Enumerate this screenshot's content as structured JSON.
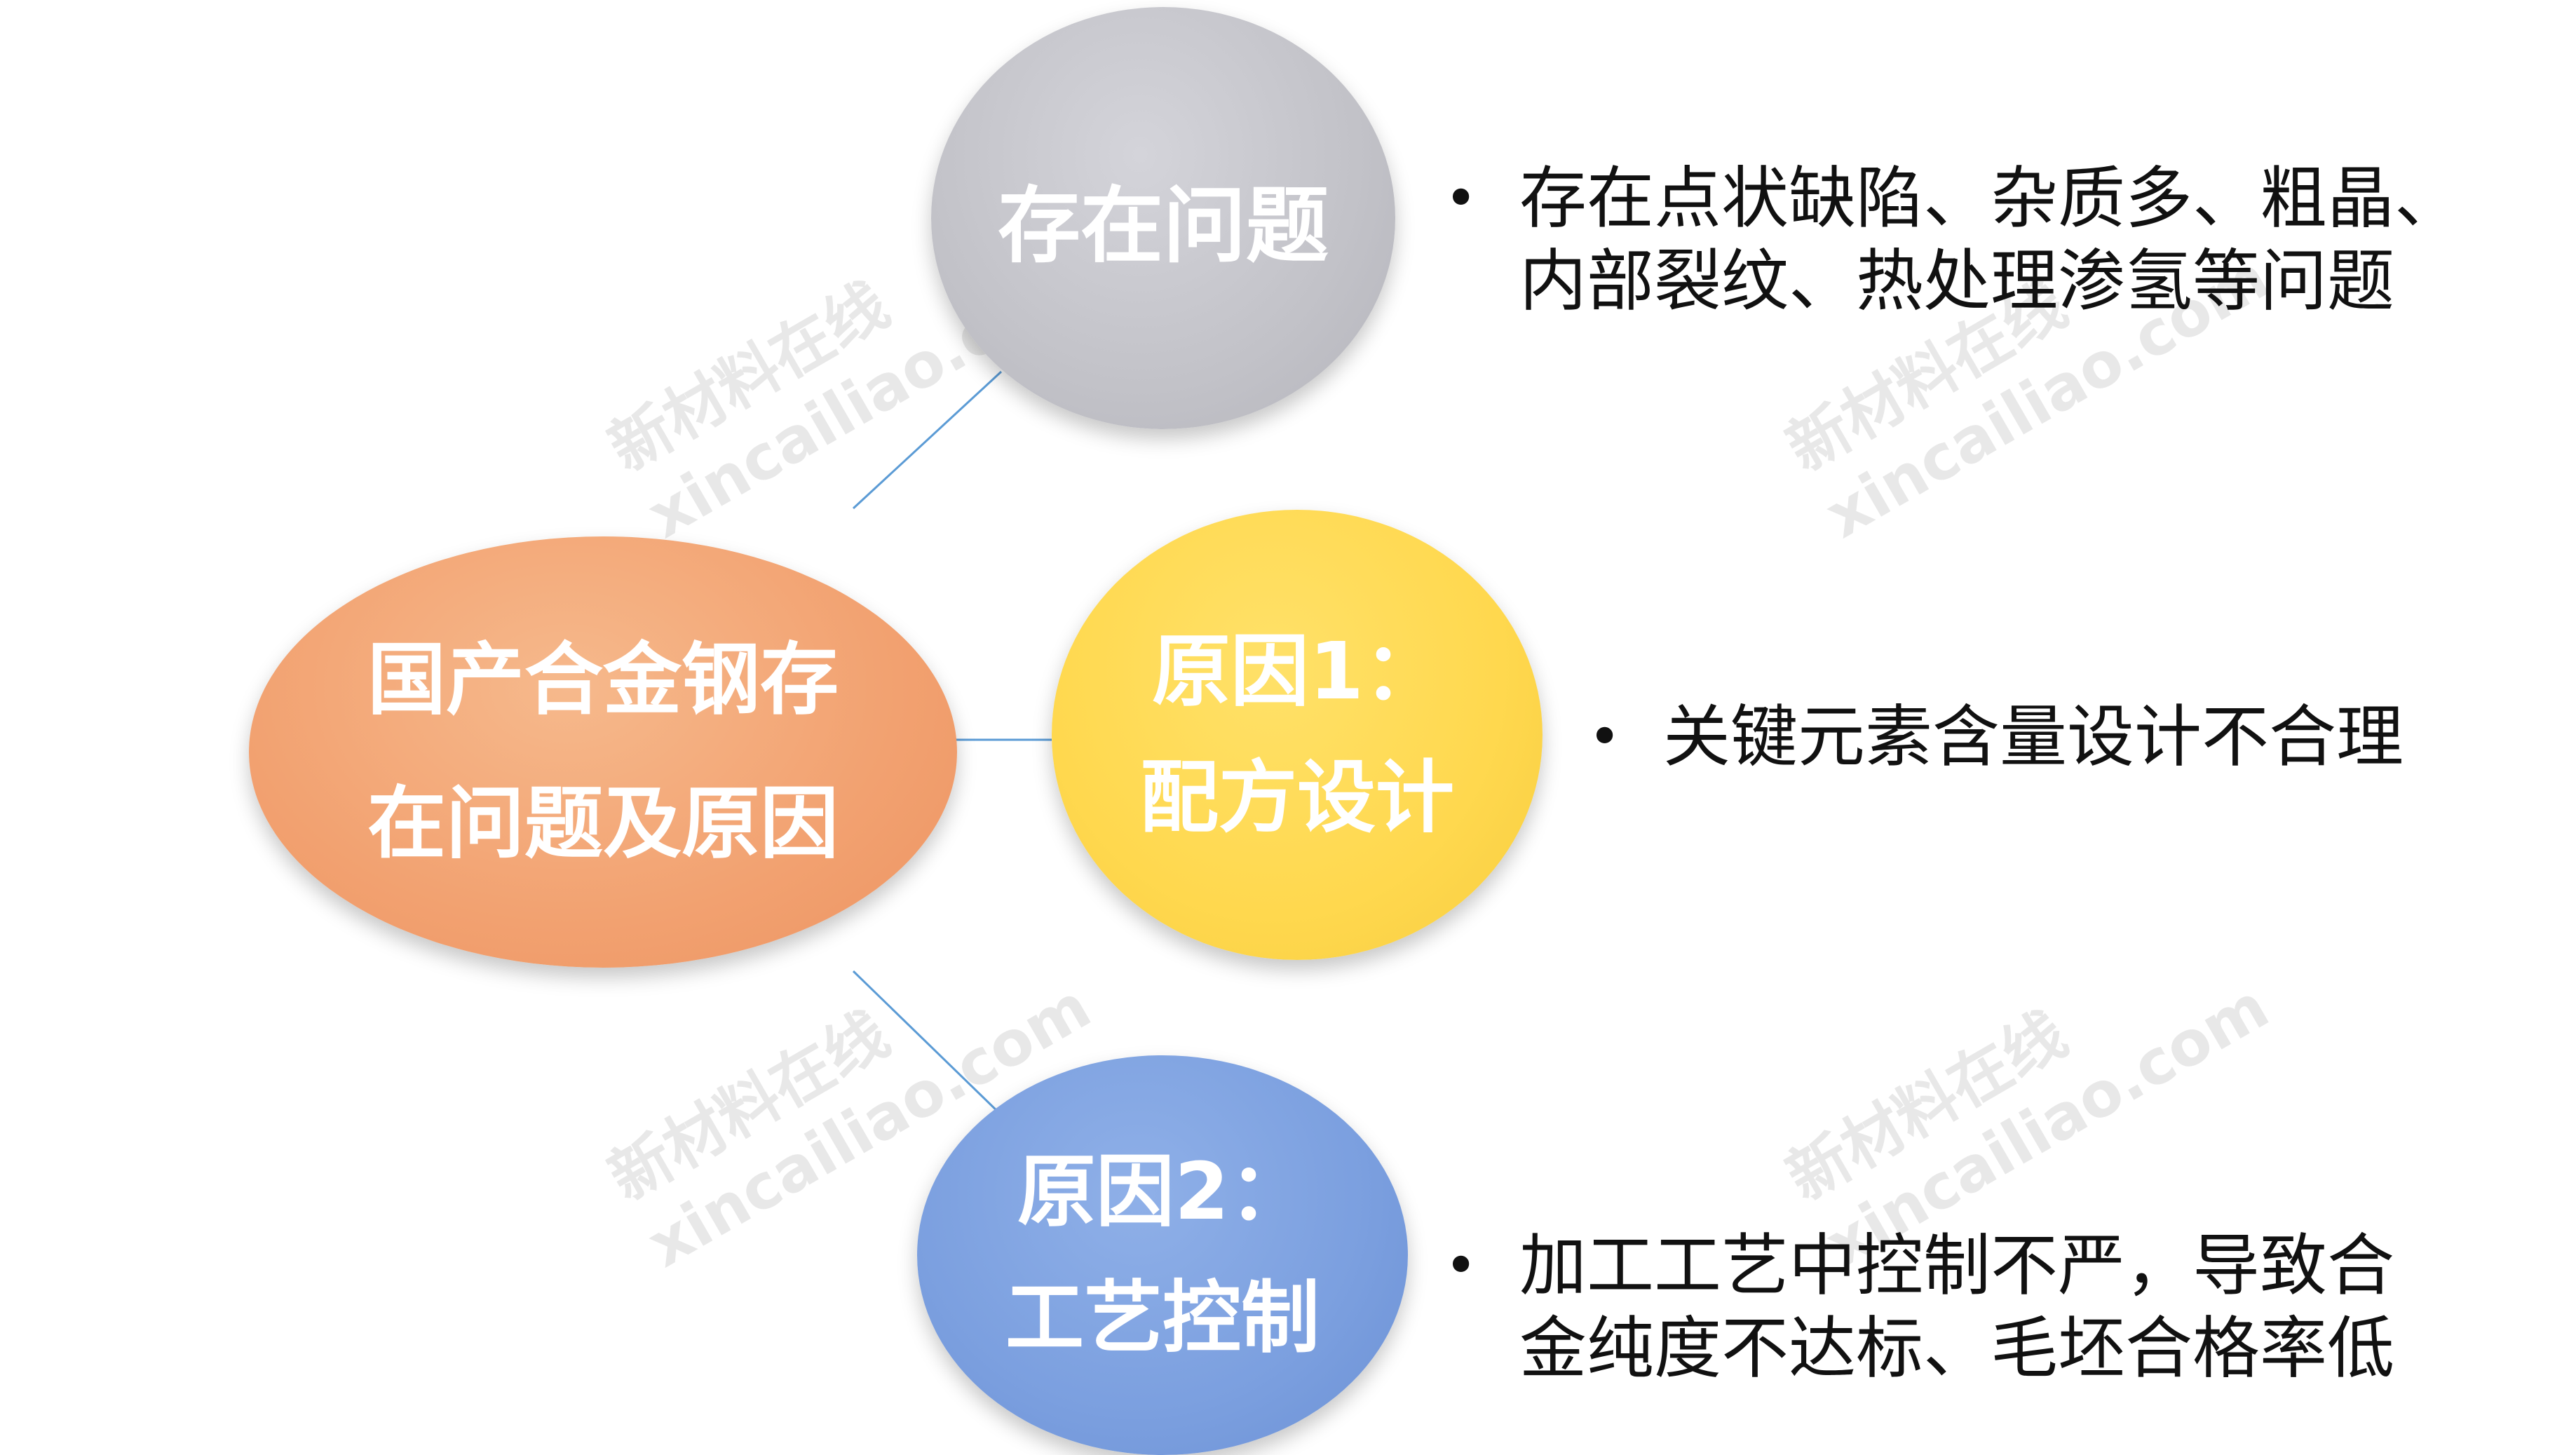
{
  "center": {
    "line1": "国产合金钢存",
    "line2": "在问题及原因"
  },
  "nodes": {
    "problem": {
      "label": "存在问题"
    },
    "cause1": {
      "line1": "原因1：",
      "line2": "配方设计"
    },
    "cause2": {
      "line1": "原因2：",
      "line2": "工艺控制"
    }
  },
  "descriptions": {
    "bullet": "•",
    "problem": {
      "line1": "存在点状缺陷、杂质多、粗晶、",
      "line2": "内部裂纹、热处理渗氢等问题"
    },
    "cause1": {
      "line1": "关键元素含量设计不合理"
    },
    "cause2": {
      "line1": "加工工艺中控制不严，导致合",
      "line2": "金纯度不达标、毛坯合格率低"
    }
  },
  "watermark": {
    "line1": "新材料在线",
    "line2": "xincailiao.com"
  },
  "colors": {
    "center": "#f2a170",
    "problem": "#c2c2c8",
    "cause1": "#ffd84e",
    "cause2": "#7b9fdf",
    "connector": "#5b9bd5"
  }
}
